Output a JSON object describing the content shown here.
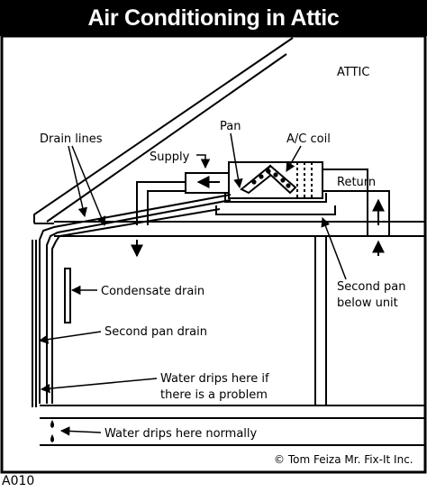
{
  "title": "Air Conditioning in Attic",
  "labels": {
    "attic": "ATTIC",
    "pan": "Pan",
    "ac_coil": "A/C coil",
    "drain_lines": "Drain lines",
    "supply": "Supply",
    "return": "Return",
    "condensate_drain": "Condensate drain",
    "second_pan_drain": "Second pan drain",
    "second_pan_line1": "Second pan",
    "second_pan_line2": "below unit",
    "water_problem_line1": "Water drips here if",
    "water_problem_line2": "there is a problem",
    "water_normal": "Water drips here normally",
    "copyright": "© Tom Feiza Mr. Fix-It Inc."
  },
  "figure_code": "A010"
}
